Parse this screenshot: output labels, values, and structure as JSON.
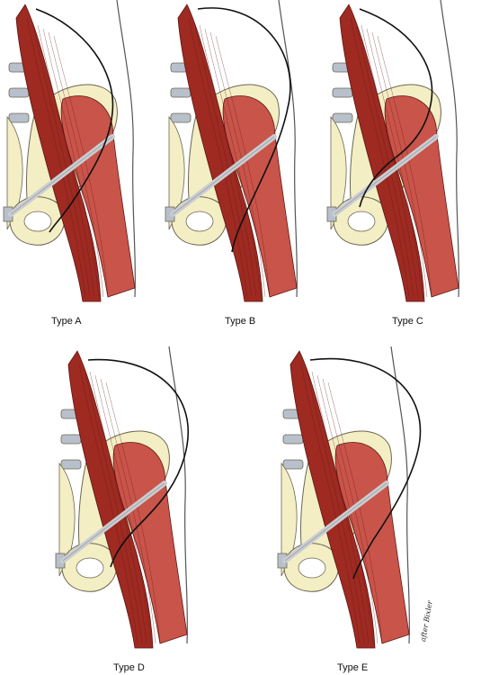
{
  "figure": {
    "panels": [
      {
        "id": "A",
        "caption": "Type A",
        "nerve_variant": "under-ligament-medial"
      },
      {
        "id": "B",
        "caption": "Type B",
        "nerve_variant": "over-muscle-high"
      },
      {
        "id": "C",
        "caption": "Type C",
        "nerve_variant": "through-ligament"
      },
      {
        "id": "D",
        "caption": "Type D",
        "nerve_variant": "lateral-to-spine"
      },
      {
        "id": "E",
        "caption": "Type E",
        "nerve_variant": "far-lateral"
      }
    ],
    "signature": "after Bixler",
    "colors": {
      "muscle": "#9e2a22",
      "muscle_light": "#c9544a",
      "muscle_dark": "#5e1512",
      "bone": "#f3eec4",
      "bone_outline": "#6b6652",
      "ligament": "#c9cdd3",
      "nerve": "#111111",
      "skin_line": "#555555",
      "vertebra": "#b8c0cc"
    }
  }
}
